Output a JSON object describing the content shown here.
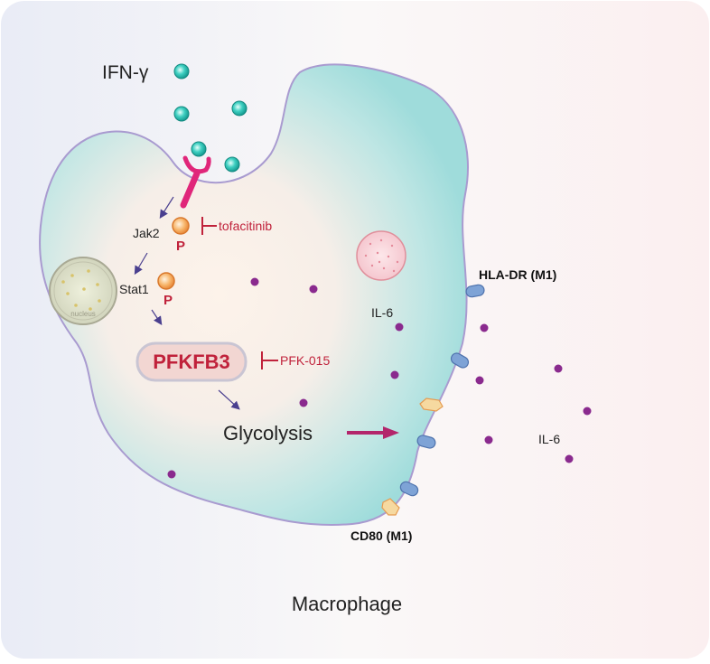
{
  "ligand": {
    "label": "IFN-γ",
    "color": "#1fb7ad"
  },
  "pathway": {
    "jak2": "Jak2",
    "stat1": "Stat1",
    "phospho": "P",
    "nucleus": "nucleus",
    "enzyme": "PFKFB3",
    "process": "Glycolysis"
  },
  "inhibitors": {
    "jak2_inhibitor": "tofacitinib",
    "pfkfb3_inhibitor": "PFK-015",
    "color": "#c0223b"
  },
  "markers": {
    "hla_dr": "HLA-DR (M1)",
    "cd80": "CD80 (M1)"
  },
  "cytokines": {
    "inner_label": "IL-6",
    "outer_label": "IL-6",
    "color": "#8a2a8e"
  },
  "cell_label": "Macrophage"
}
